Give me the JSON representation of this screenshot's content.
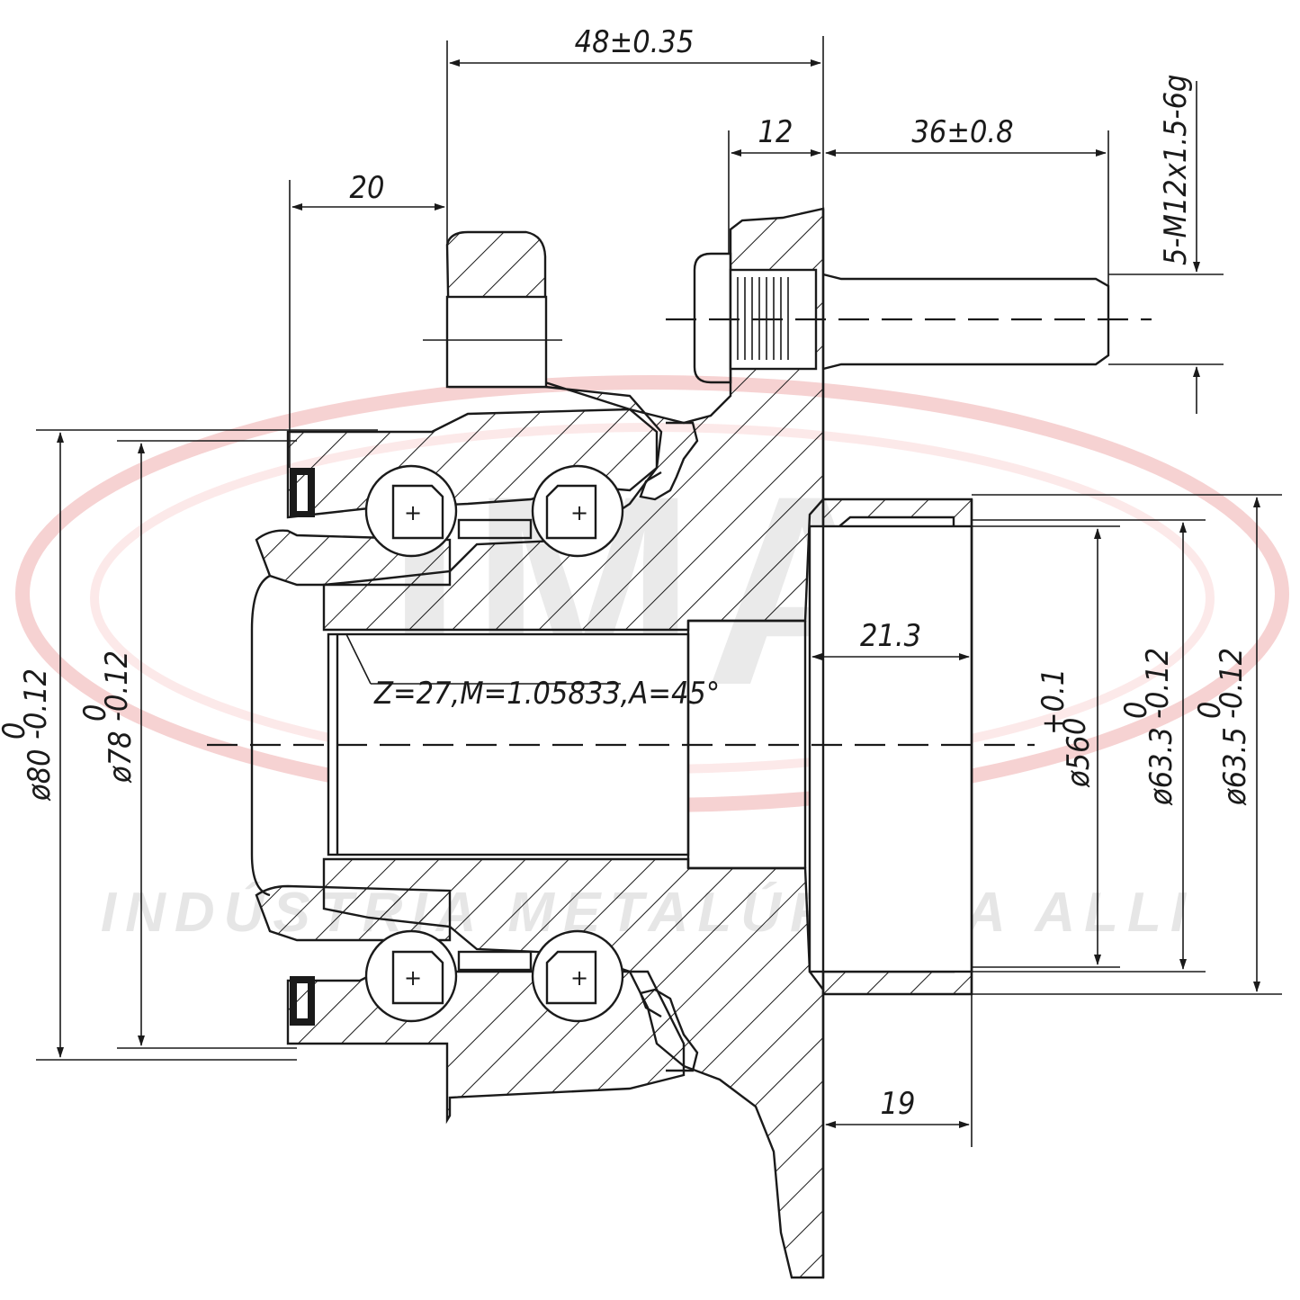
{
  "watermark": {
    "logo_text": "IMA",
    "tagline": "INDÚSTRIA METALÚRGICA ALLI",
    "ring_color": "#f4c7c7",
    "letter_color": "#d9d9d9"
  },
  "dimensions": {
    "flange_to_hub": "48±0.35",
    "inner_offset": "20",
    "stud_shoulder": "12",
    "stud_length": "36±0.8",
    "stud_thread": "5-M12x1.5-6g",
    "pilot_depth": "21.3",
    "pilot_lip": "19",
    "spline_spec": "Z=27,M=1.05833,A=45°",
    "dia_outer_80": {
      "base": "ø80",
      "upper": "0",
      "lower": "-0.12"
    },
    "dia_seal_78": {
      "base": "ø78",
      "upper": "0",
      "lower": "-0.12"
    },
    "dia_bore_56": {
      "base": "ø56",
      "upper": "+0.1",
      "lower": "0"
    },
    "dia_pilot_63_3": {
      "base": "ø63.3",
      "upper": "0",
      "lower": "-0.12"
    },
    "dia_pilot_63_5": {
      "base": "ø63.5",
      "upper": "0",
      "lower": "-0.12"
    }
  }
}
